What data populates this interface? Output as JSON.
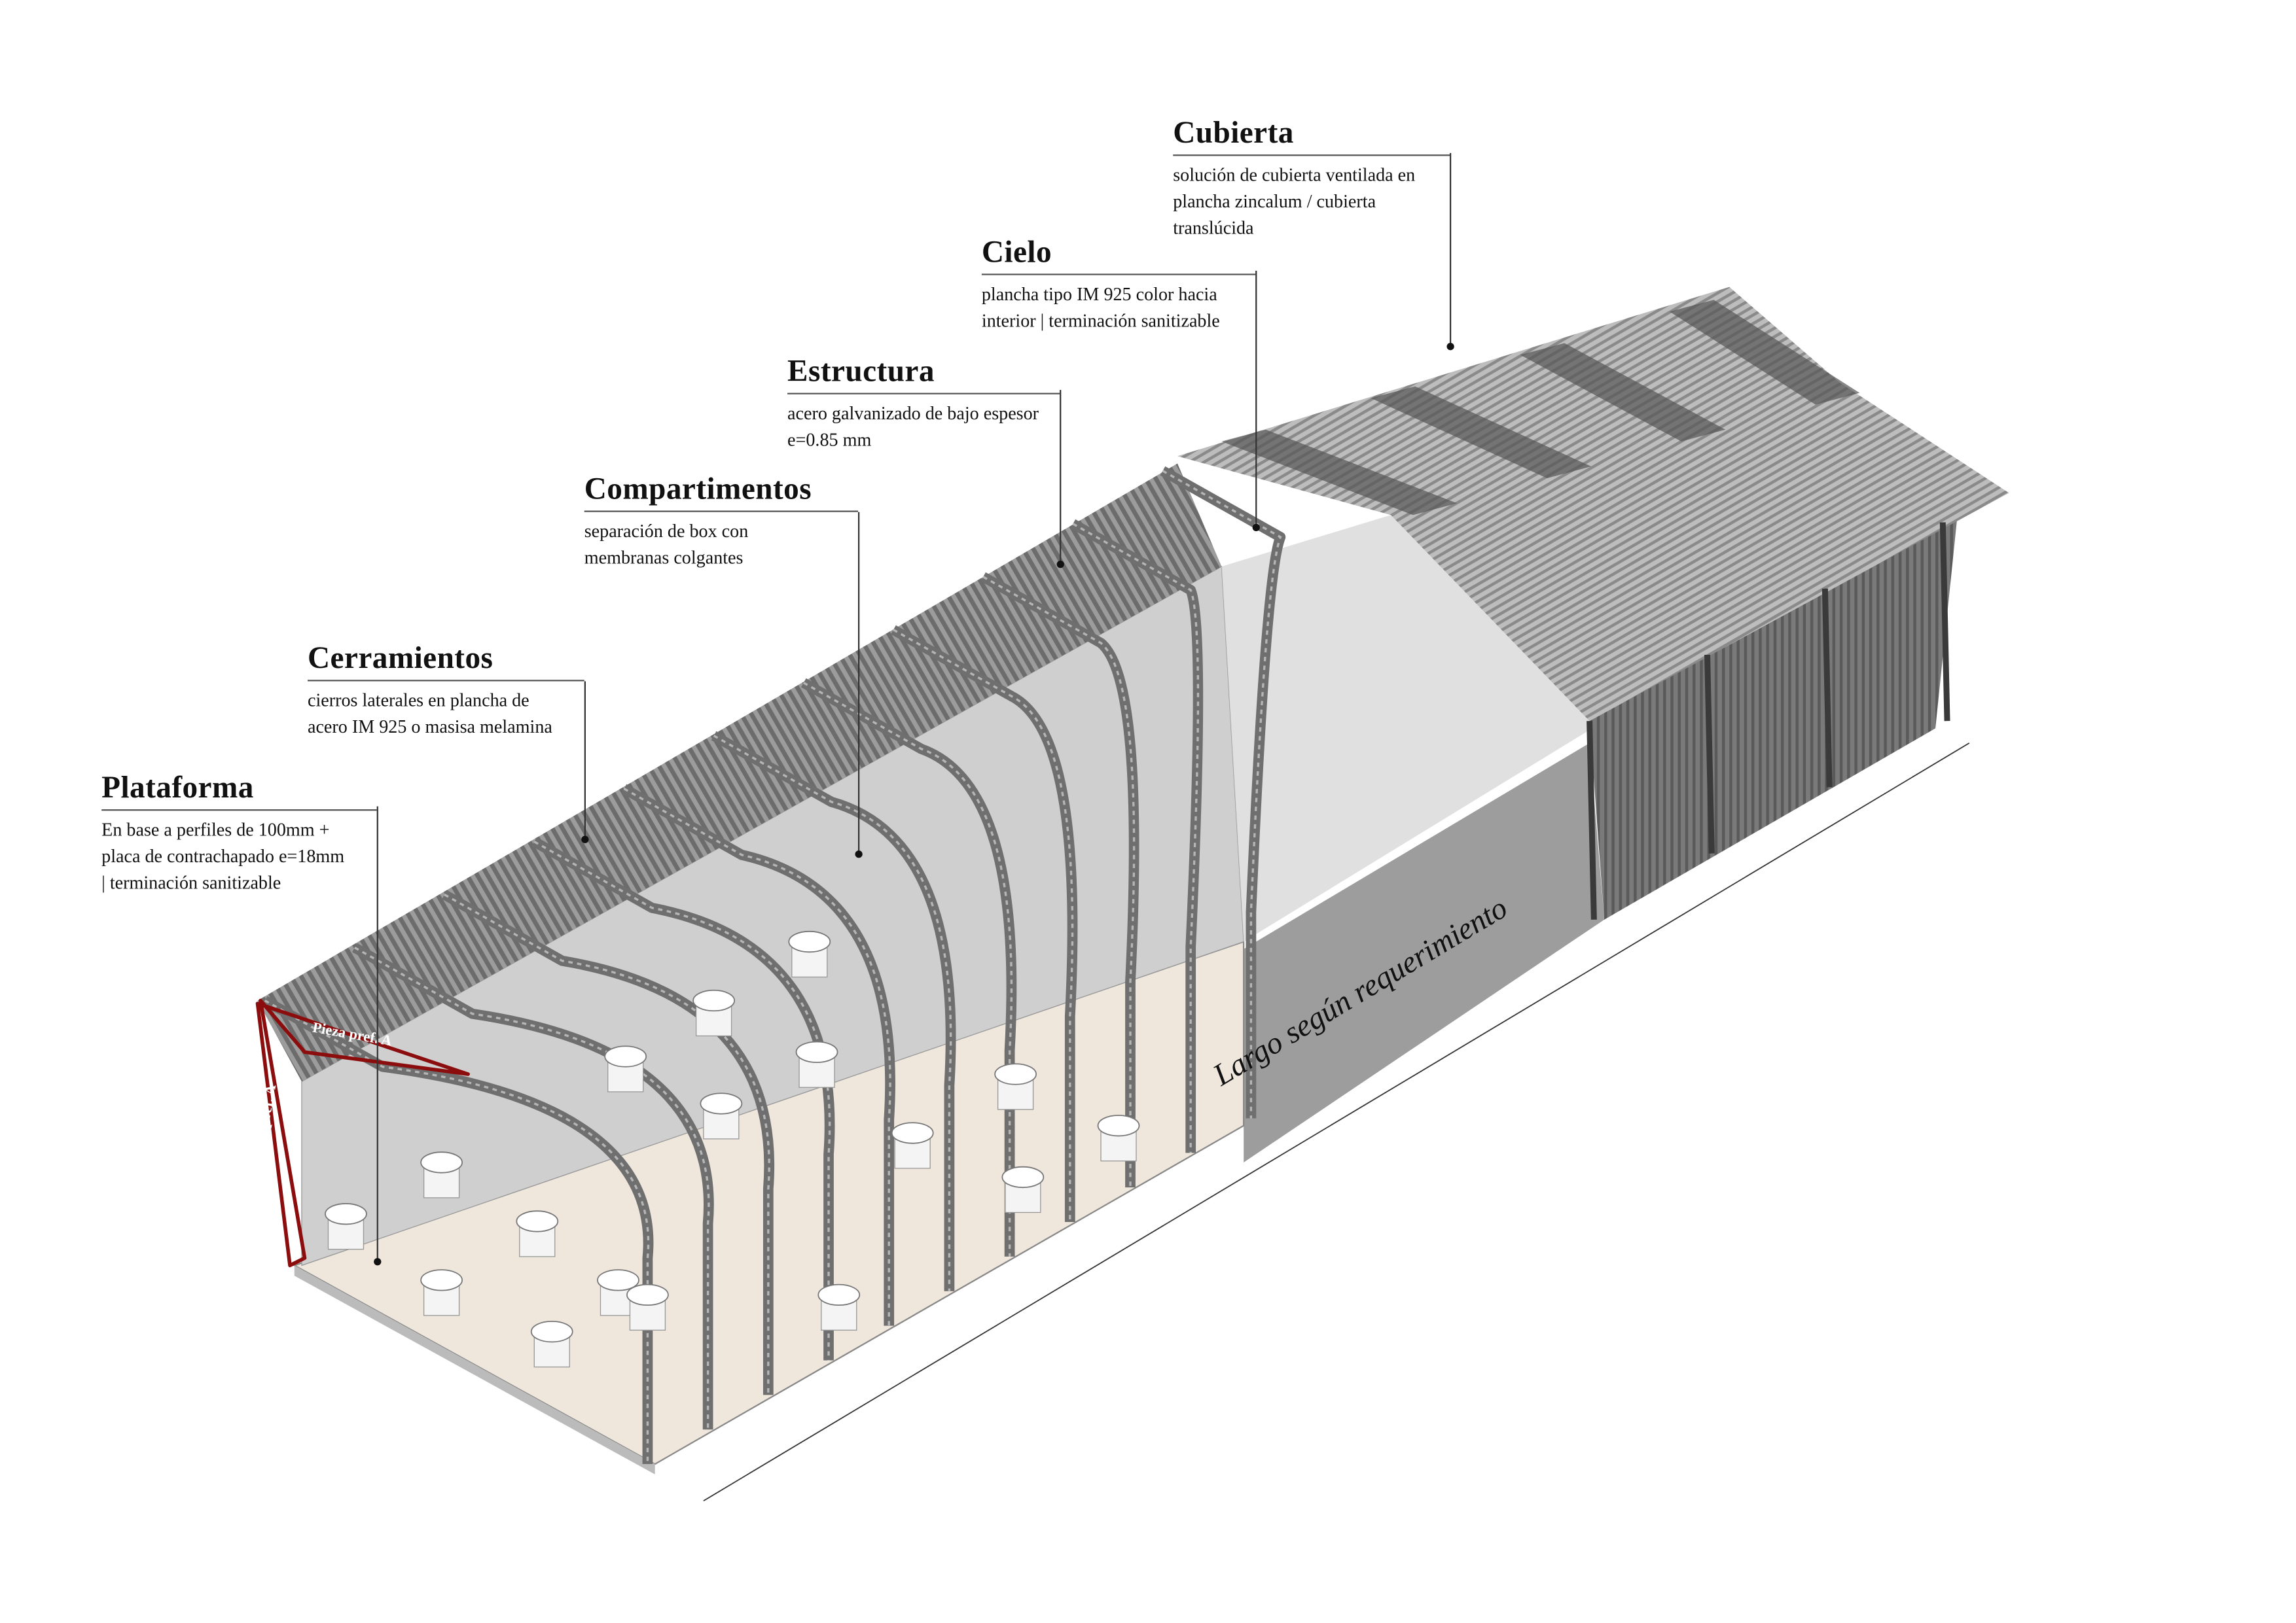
{
  "callouts": {
    "cubierta": {
      "title": "Cubierta",
      "body": "solución de cubierta ventilada en\nplancha zincalum / cubierta\ntranslúcida"
    },
    "cielo": {
      "title": "Cielo",
      "body": "plancha tipo IM 925 color hacia\ninterior | terminación sanitizable"
    },
    "estructura": {
      "title": "Estructura",
      "body": "acero galvanizado de bajo espesor\ne=0.85 mm"
    },
    "compartimentos": {
      "title": "Compartimentos",
      "body": "separación de box con\nmembranas colgantes"
    },
    "cerramientos": {
      "title": "Cerramientos",
      "body": "cierros laterales en plancha de\nacero IM 925 o masisa melamina"
    },
    "plataforma": {
      "title": "Plataforma",
      "body": "En base a perfiles de 100mm +\nplaca de contrachapado e=18mm\n| terminación sanitizable"
    }
  },
  "dimension_label": "Largo según requerimiento",
  "piece_labels": {
    "top": "Pieza pref. A",
    "side": "Pieza pref. A"
  },
  "colors": {
    "steel": "#6f6f6f",
    "wall": "#9a9a9a",
    "floor": "#efe6dc",
    "highlight": "#8b0d0d",
    "roof_dark": "#555555"
  }
}
